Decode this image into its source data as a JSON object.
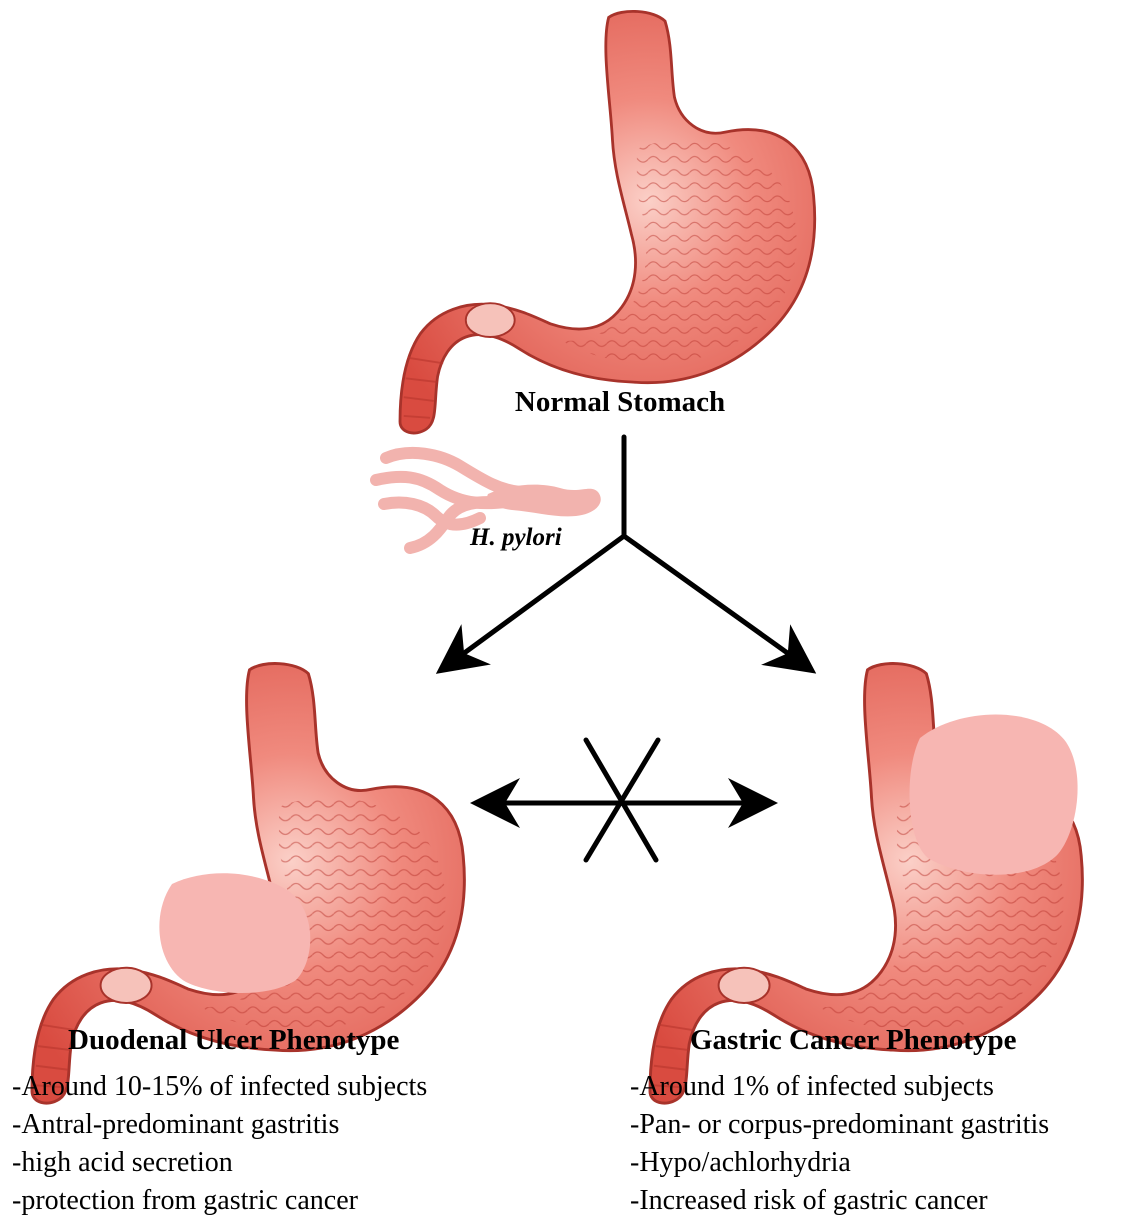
{
  "center": {
    "title": "Normal Stomach"
  },
  "bacteria": {
    "label": "H. pylori",
    "icon": "bacterium-icon"
  },
  "left": {
    "title": "Duodenal Ulcer Phenotype",
    "items": [
      "-Around 10-15% of infected subjects",
      "-Antral-predominant gastritis",
      "-high acid secretion",
      "-protection from gastric cancer"
    ]
  },
  "right": {
    "title": "Gastric Cancer Phenotype",
    "items": [
      "-Around 1% of infected subjects",
      "-Pan- or corpus-predominant gastritis",
      "-Hypo/achlorhydria",
      "-Increased risk of gastric cancer"
    ]
  },
  "colors": {
    "stomach_fill": "#e8594f",
    "stomach_light": "#f4a39a",
    "stomach_outline": "#c9453c",
    "lesion": "#f7b6b2",
    "bacteria": "#f2b3ae",
    "arrows": "#000000"
  }
}
